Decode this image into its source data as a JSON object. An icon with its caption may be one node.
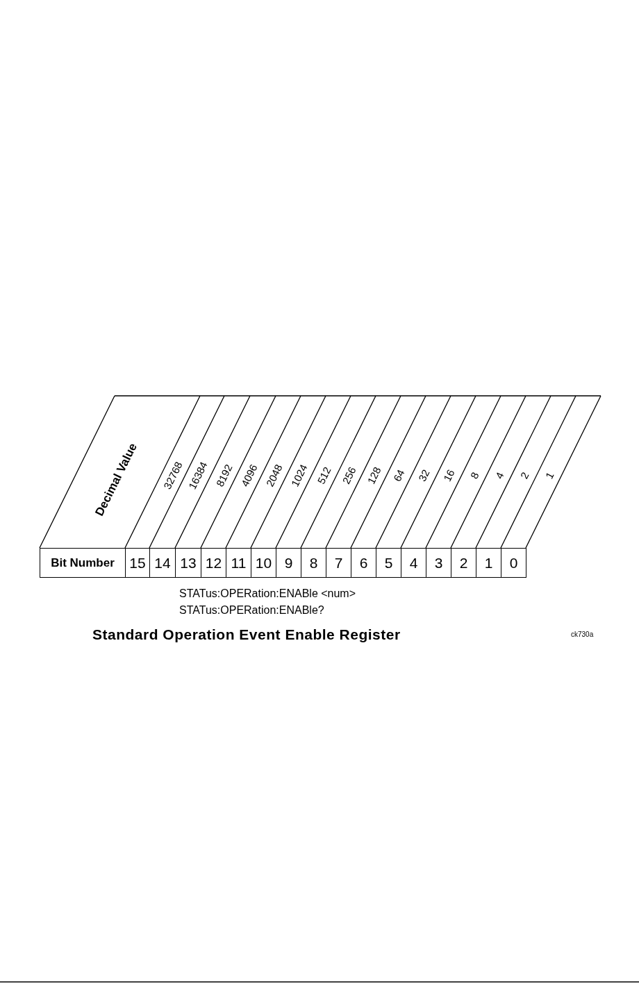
{
  "diagram": {
    "title": "Standard Operation Event Enable Register",
    "labels": [
      "Decimal Value",
      "32768",
      "16384",
      "8192",
      "4096",
      "2048",
      "1024",
      "512",
      "256",
      "128",
      "64",
      "32",
      "16",
      "8",
      "4",
      "2",
      "1",
      "Bit Number",
      "15",
      "14",
      "13",
      "12",
      "11",
      "10",
      "9",
      "8",
      "7",
      "6",
      "5",
      "4",
      "3",
      "2",
      "1",
      "0",
      "STATus:OPERation:ENABle <num>",
      "STATus:OPERation:ENABle?",
      "ck730a"
    ]
  }
}
